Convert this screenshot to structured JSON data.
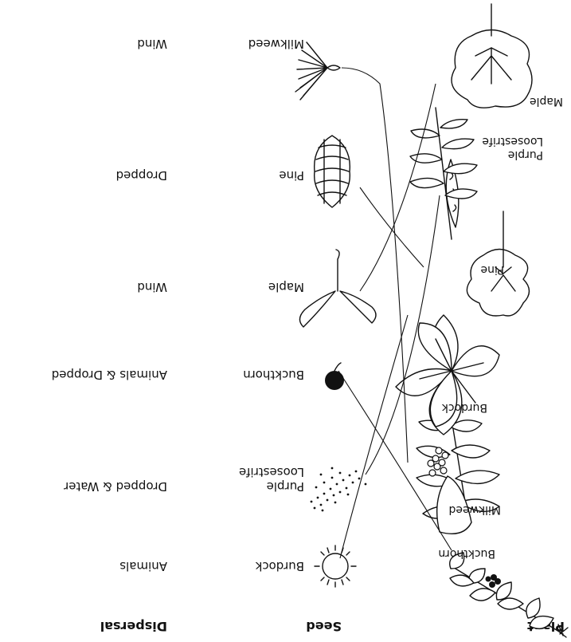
{
  "headers": {
    "plant": "Plant",
    "seed": "Seed",
    "dispersal": "Dispersal"
  },
  "plants": [
    {
      "name": "Buckthorn",
      "icon": "buckthorn-branch-icon"
    },
    {
      "name": "Milkweed",
      "icon": "milkweed-pod-plant-icon"
    },
    {
      "name": "Burdock",
      "icon": "burdock-leaves-icon"
    },
    {
      "name": "Pine",
      "icon": "pine-tree-icon"
    },
    {
      "name_line1": "Purple",
      "name_line2": "Loosestrife",
      "icon": "loosestrife-flower-icon"
    },
    {
      "name": "Maple",
      "icon": "maple-tree-icon"
    }
  ],
  "seeds": [
    {
      "name": "Burdock",
      "icon": "burr-seed-icon"
    },
    {
      "name_line1": "Purple",
      "name_line2": "Loosestrife",
      "icon": "tiny-seeds-icon"
    },
    {
      "name": "Buckthorn",
      "icon": "berry-seed-icon"
    },
    {
      "name": "Maple",
      "icon": "samara-seed-icon"
    },
    {
      "name": "Pine",
      "icon": "pine-cone-icon"
    },
    {
      "name": "Milkweed",
      "icon": "milkweed-fluff-seed-icon"
    }
  ],
  "dispersal": [
    "Animals",
    "Dropped & Water",
    "Animals & Dropped",
    "Wind",
    "Dropped",
    "Wind"
  ]
}
